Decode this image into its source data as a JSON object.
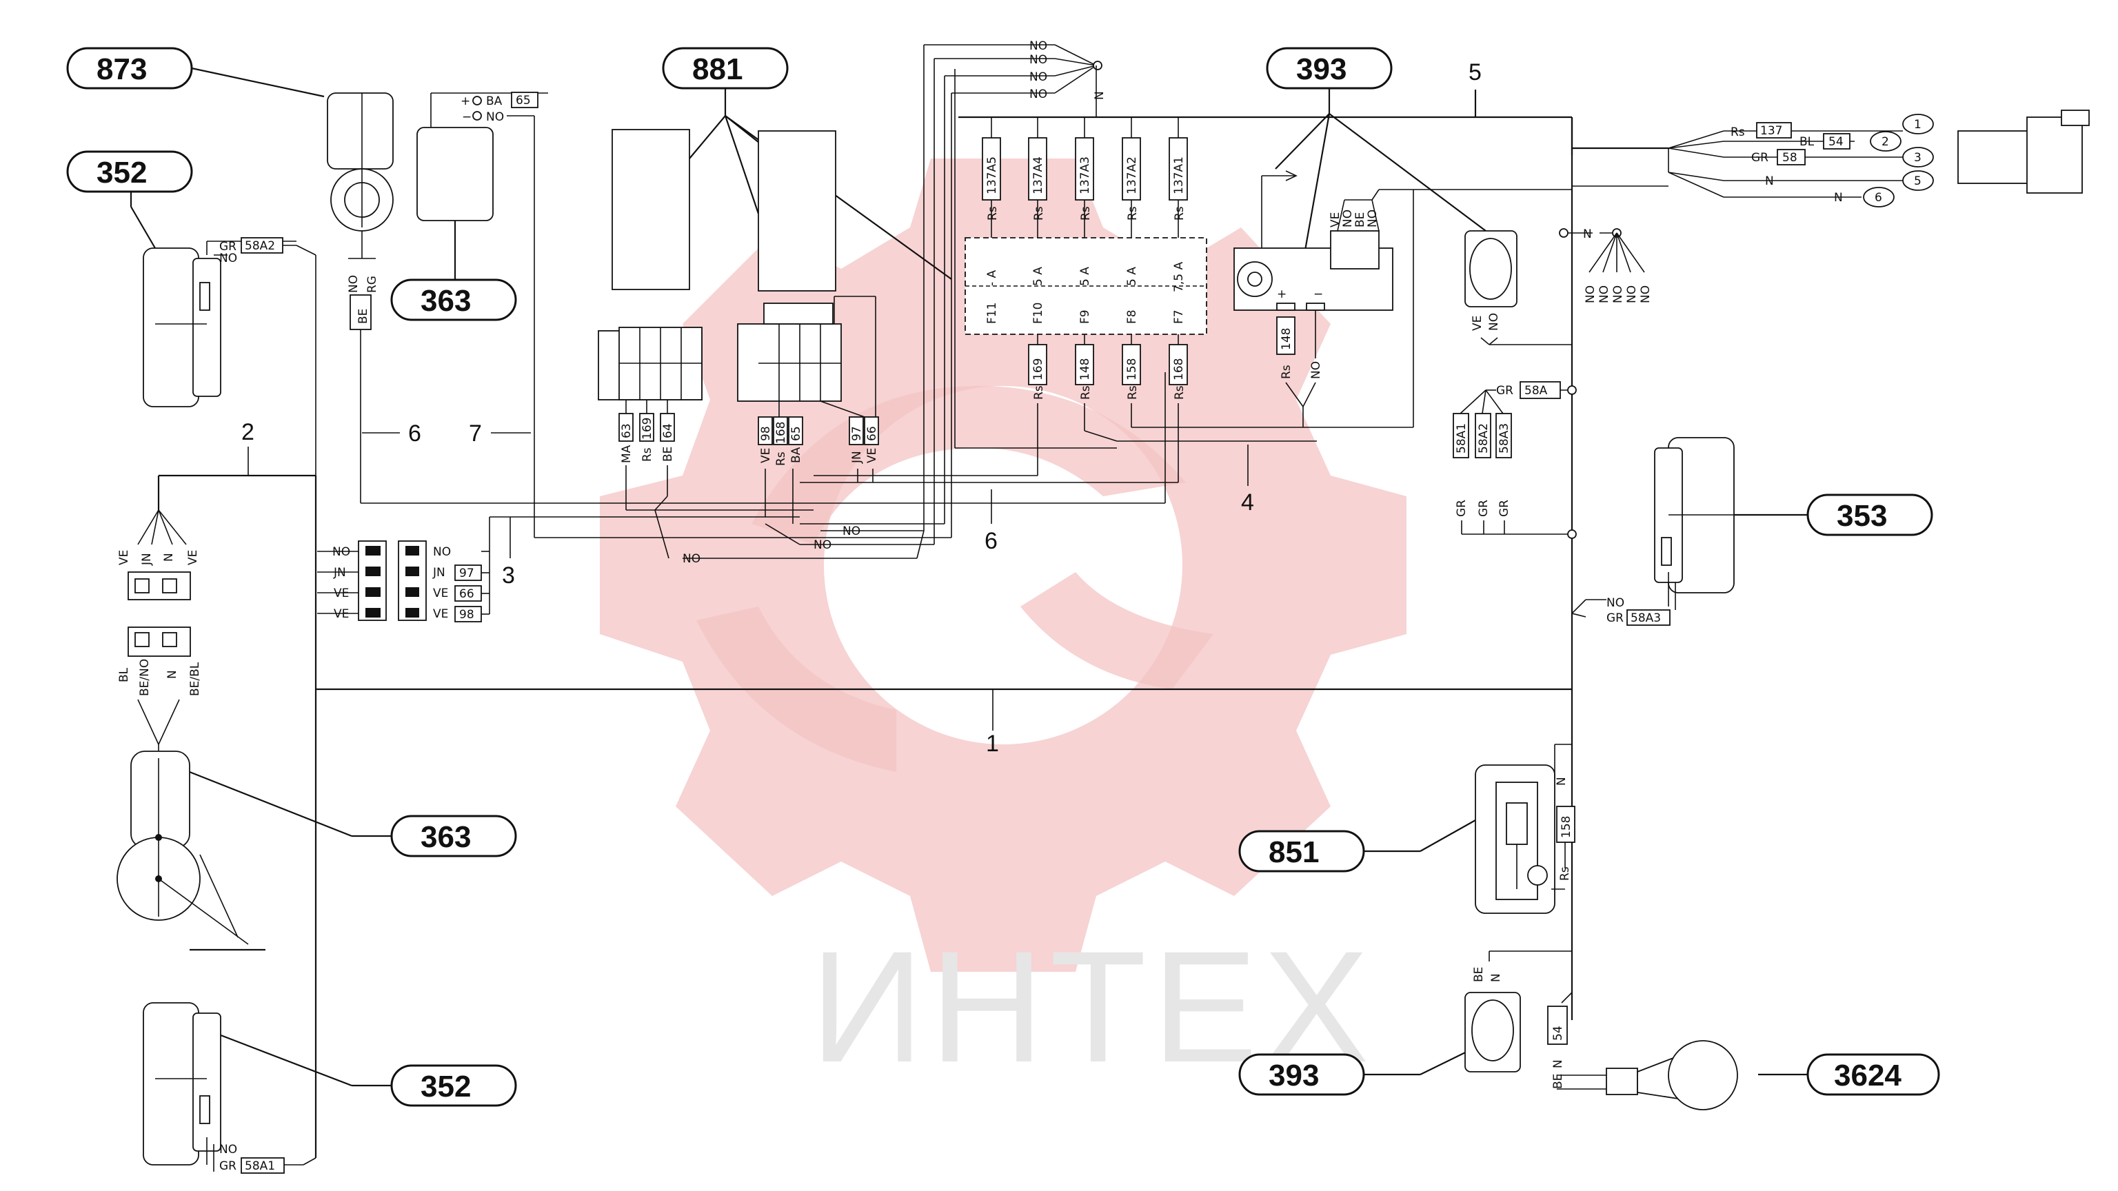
{
  "watermark": {
    "text": "ИНТЕХ",
    "color": "#e8e8e8",
    "gear_color": "#f4c4c4"
  },
  "callouts": {
    "c873": "873",
    "c352_top": "352",
    "c363_top": "363",
    "c881": "881",
    "c393_top": "393",
    "c363_mid": "363",
    "c352_bot": "352",
    "c353": "353",
    "c851": "851",
    "c393_bot": "393",
    "c3624": "3624"
  },
  "branches": {
    "b1": "1",
    "b2": "2",
    "b3": "3",
    "b4": "4",
    "b5": "5",
    "b6_left": "6",
    "b6_mid": "6",
    "b7": "7"
  },
  "wires": {
    "no_a": "NO",
    "no_b": "NO",
    "no_c": "NO",
    "no_d": "NO",
    "n_top": "N",
    "ba": "BA",
    "w65": "65",
    "no_relay": "NO",
    "plus": "+",
    "minus": "−",
    "gr_58a2": "GR",
    "no_58a2": "NO",
    "code_58a2": "58A2",
    "be_873": "BE",
    "no_873": "NO",
    "rg_873": "RG",
    "rs_137": "Rs",
    "code_137": "137",
    "bl_54": "BL",
    "code_54": "54",
    "gr_58": "GR",
    "code_58": "58",
    "n_5": "N",
    "n_6": "N",
    "pin1": "1",
    "pin2": "2",
    "pin3": "3",
    "pin5": "5",
    "pin6": "6",
    "f_137a5": "137A5",
    "f_137a4": "137A4",
    "f_137a3": "137A3",
    "f_137a2": "137A2",
    "f_137a1": "137A1",
    "rs": "Rs",
    "fuse_f11": "F11",
    "fuse_f10": "F10",
    "fuse_f9": "F9",
    "fuse_f8": "F8",
    "fuse_f7": "F7",
    "amp_dash": "- A",
    "amp_5a": "5 A",
    "amp_75a": "7,5 A",
    "f_169": "169",
    "f_148": "148",
    "f_158": "158",
    "f_168": "168",
    "c_ve": "VE",
    "c_no": "NO",
    "c_be": "BE",
    "s_148": "148",
    "no_393": "NO",
    "n_right": "N",
    "no_right": "NO",
    "gr_58a": "GR",
    "code_58a": "58A",
    "code_58a1": "58A1",
    "code_58a3": "58A3",
    "no_353": "NO",
    "gr_353": "GR",
    "code_58a3b": "58A3",
    "ma": "MA",
    "c63": "63",
    "c169": "169",
    "c64": "64",
    "c98": "98",
    "c168": "168",
    "c65": "65",
    "jn": "JN",
    "c97": "97",
    "c66": "66",
    "sw_no": "NO",
    "sw_jn": "JN",
    "sw_ve": "VE",
    "sw_97": "97",
    "sw_66": "66",
    "sw_98": "98",
    "h_ve": "VE",
    "h_jn": "JN",
    "h_n": "N",
    "h_bl": "BL",
    "h_beno": "BE/NO",
    "h_bebl": "BE/BL",
    "gr_58a1": "GR",
    "no_58a1": "NO",
    "code_58a1b": "58A1",
    "rs_158": "Rs",
    "code_158": "158",
    "n_851": "N",
    "be_393": "BE",
    "n_393": "N",
    "be_3624": "BE",
    "n_3624": "N",
    "code_54b": "54"
  }
}
